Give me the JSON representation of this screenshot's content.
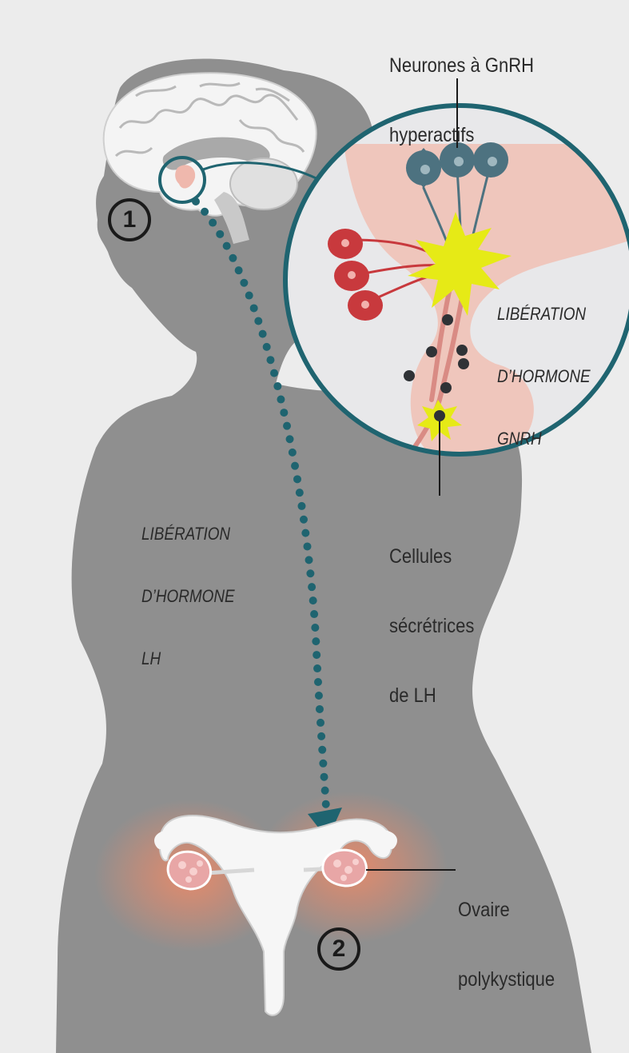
{
  "labels": {
    "neurones_line1": "Neurones à GnRH",
    "neurones_line2": "hyperactifs",
    "gnrh_line1": "LIBÉRATION",
    "gnrh_line2": "D’HORMONE",
    "gnrh_line3": "GNRH",
    "lh_line1": "LIBÉRATION",
    "lh_line2": "D’HORMONE",
    "lh_line3": "LH",
    "cellules_line1": "Cellules",
    "cellules_line2": "sécrétrices",
    "cellules_line3": "de LH",
    "ovaire_line1": "Ovaire",
    "ovaire_line2": "polykystique"
  },
  "markers": {
    "brain": "1",
    "ovary": "2"
  },
  "colors": {
    "background": "#ececec",
    "silhouette": "#8f8f8f",
    "teal": "#1f6470",
    "brain": "#f4f4f4",
    "pituitary_pink": "#efb8ad",
    "neuron_red": "#c8393d",
    "gnrh_neuron": "#4d7280",
    "burst_yellow": "#e6ea16",
    "granule": "#2f3236",
    "ovary_glow": "#e88a6a"
  }
}
